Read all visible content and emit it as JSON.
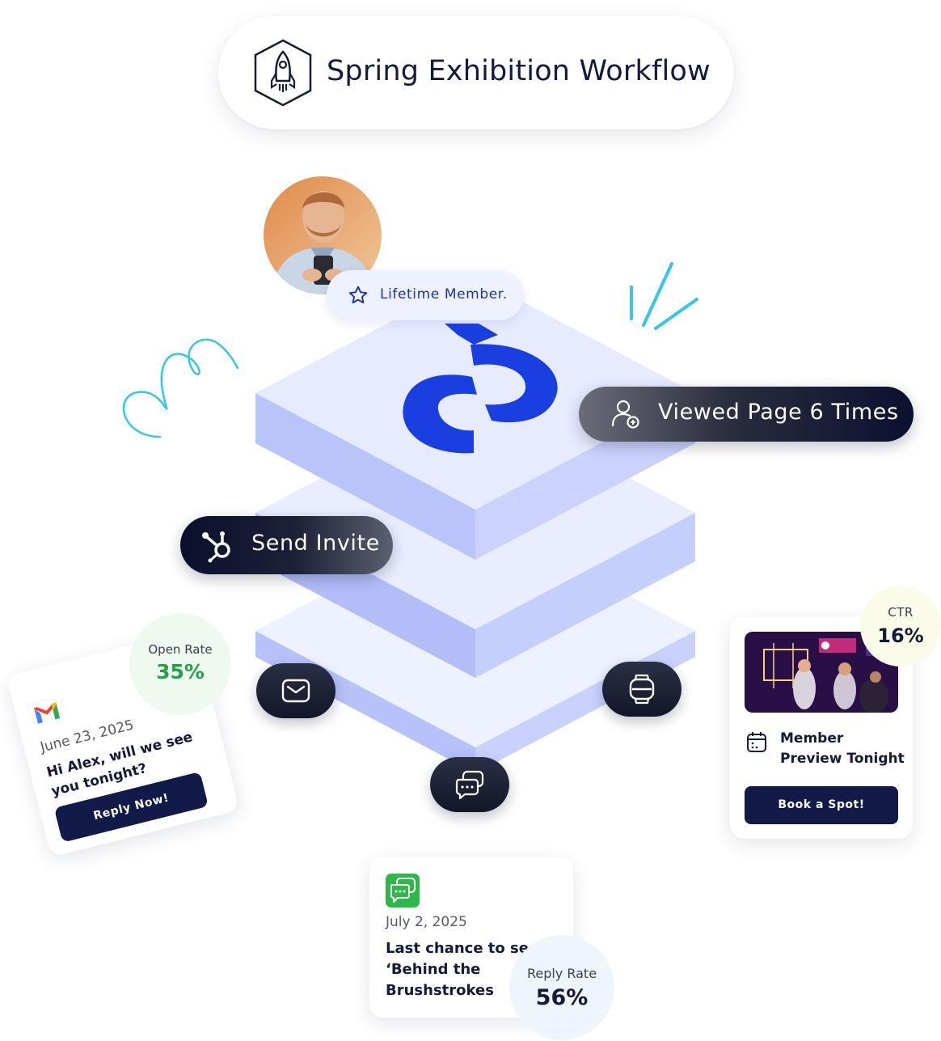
{
  "header": {
    "title": "Spring Exhibition Workflow",
    "icon": "rocket-icon"
  },
  "avatar": {
    "badge_label": "Lifetime Member."
  },
  "events": {
    "viewed_label": "Viewed Page 6 Times",
    "invite_label": "Send Invite"
  },
  "email_card": {
    "date": "June 23, 2025",
    "message": "Hi Alex, will we see you tonight?",
    "button_label": "Reply Now!",
    "stat_label": "Open Rate",
    "stat_value": "35%"
  },
  "event_card": {
    "title_line1": "Member",
    "title_line2": "Preview Tonight",
    "button_label": "Book a Spot!",
    "stat_label": "CTR",
    "stat_value": "16%"
  },
  "sms_card": {
    "date": "July 2, 2025",
    "message_line1": "Last chance to see",
    "message_line2": "‘Behind the",
    "message_line3": "Brushstrokes",
    "stat_label": "Reply Rate",
    "stat_value": "56%"
  },
  "colors": {
    "brand_blue": "#1a3fe0",
    "dark_navy": "#121a4a",
    "layer_light": "#e6eaff",
    "layer_mid": "#b9c4fb",
    "open_rate_green": "#22a34a",
    "accent_cyan": "#36c6e8"
  }
}
